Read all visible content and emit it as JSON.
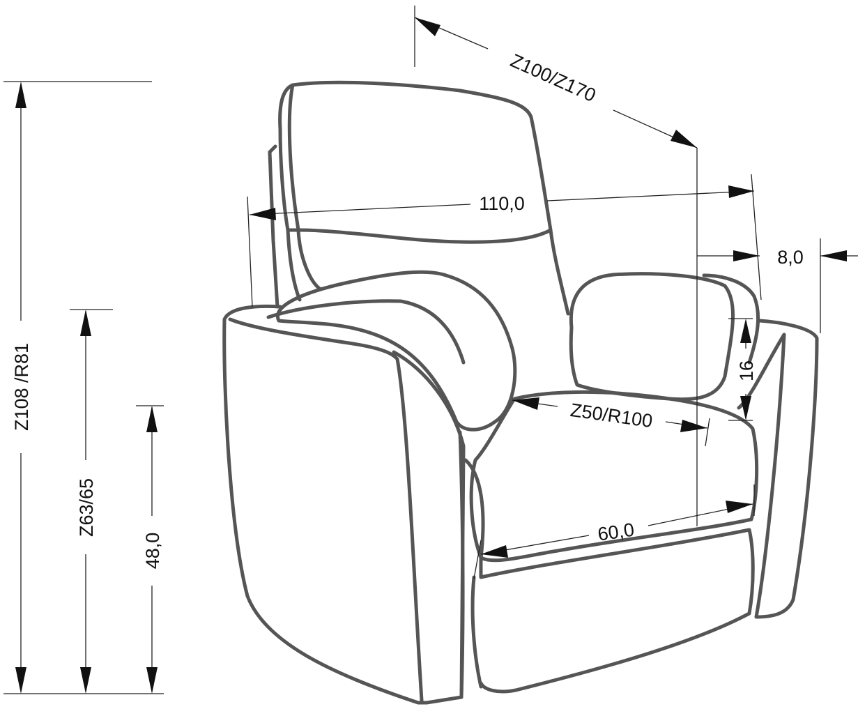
{
  "diagram": {
    "subject": "armchair dimension drawing",
    "colors": {
      "outline": "#555555",
      "dimension": "#111111",
      "background": "#ffffff"
    },
    "dimensions": {
      "depth_reclined": "Z100/Z170",
      "total_height": "Z108 /R81",
      "armrest_height": "Z63/65",
      "seat_height": "48,0",
      "total_width": "110,0",
      "armrest_width": "8,0",
      "seat_depth": "Z50/R100",
      "seat_width": "60,0",
      "cushion_gap": "16"
    }
  }
}
